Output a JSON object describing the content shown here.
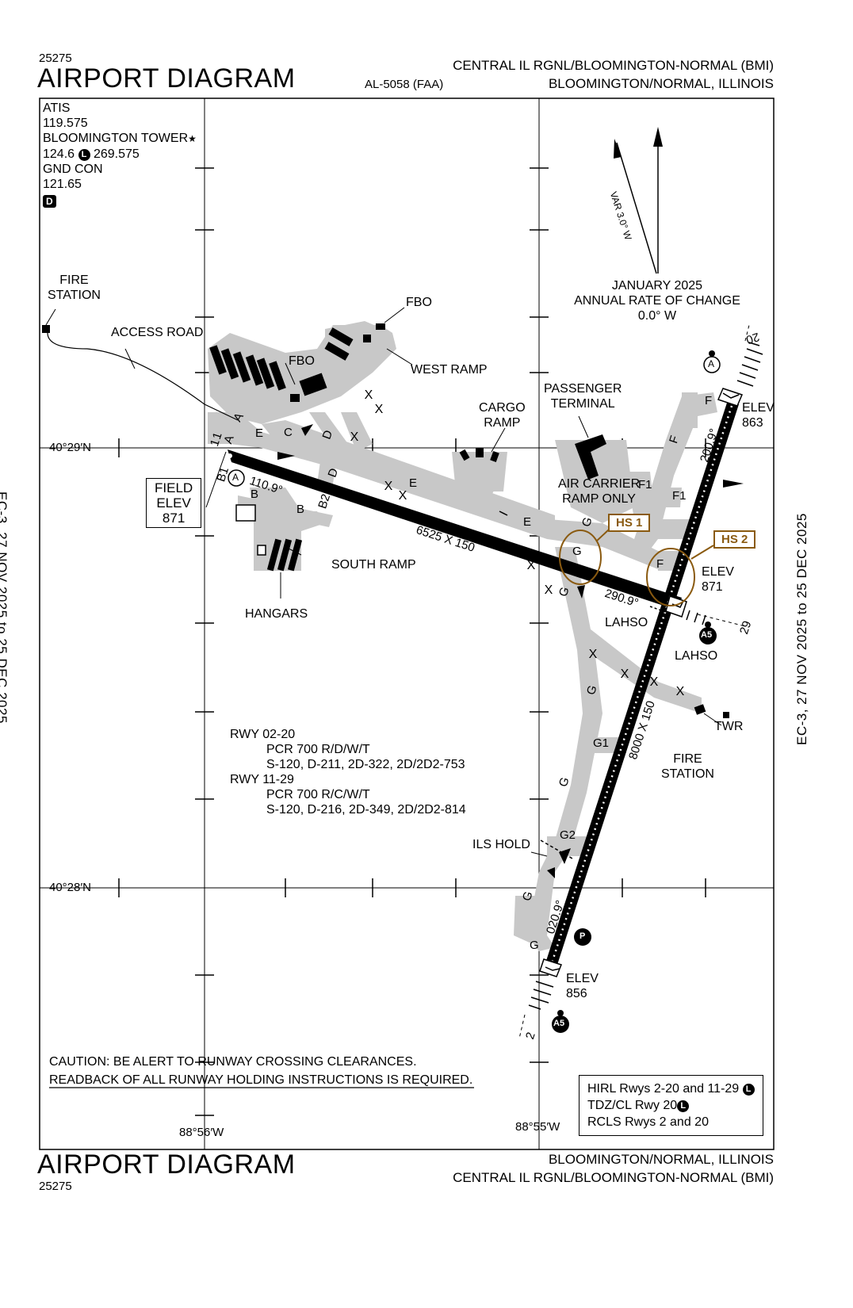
{
  "header": {
    "chart_number_top": "25275",
    "title_top": "AIRPORT DIAGRAM",
    "airport_name_top": "CENTRAL IL RGNL/BLOOMINGTON-NORMAL (BMI)",
    "al_number": "AL-5058 (FAA)",
    "city_top": "BLOOMINGTON/NORMAL, ILLINOIS"
  },
  "footer": {
    "title_bottom": "AIRPORT DIAGRAM",
    "chart_number_bottom": "25275",
    "city_bottom": "BLOOMINGTON/NORMAL, ILLINOIS",
    "airport_name_bottom": "CENTRAL IL RGNL/BLOOMINGTON-NORMAL (BMI)"
  },
  "effective_dates": {
    "left": "EC-3,  27 NOV 2025  to  25 DEC 2025",
    "right": "EC-3,  27 NOV 2025  to  25 DEC 2025"
  },
  "frequencies": {
    "atis_label": "ATIS",
    "atis_freq": "119.575",
    "tower_label": "BLOOMINGTON TOWER",
    "tower_star": "★",
    "tower_freq_1": "124.6",
    "tower_badge": "L",
    "tower_freq_2": "269.575",
    "gnd_label": "GND CON",
    "gnd_freq": "121.65",
    "datalink_badge": "D"
  },
  "north_arrow": {
    "variation": "VAR 3.0° W",
    "date": "JANUARY 2025",
    "rate_label": "ANNUAL RATE OF CHANGE",
    "rate_value": "0.0° W"
  },
  "coordinates": {
    "lat_1": "40°29′N",
    "lat_2": "40°28′N",
    "lon_1": "88°56′W",
    "lon_2": "88°55′W"
  },
  "labels": {
    "fire_station_nw": "FIRE\nSTATION",
    "access_road": "ACCESS ROAD",
    "fbo_1": "FBO",
    "fbo_2": "FBO",
    "west_ramp": "WEST RAMP",
    "cargo_ramp": "CARGO\nRAMP",
    "passenger_terminal": "PASSENGER\nTERMINAL",
    "air_carrier_ramp": "AIR CARRIER\nRAMP ONLY",
    "south_ramp": "SOUTH RAMP",
    "hangars": "HANGARS",
    "field_elev_label": "FIELD\nELEV",
    "field_elev_value": "871",
    "hs1": "HS 1",
    "hs2": "HS 2",
    "elev_20": "ELEV\n863",
    "elev_29": "ELEV\n871",
    "elev_02": "ELEV\n856",
    "lahso_1": "LAHSO",
    "lahso_2": "LAHSO",
    "twr": "TWR",
    "fire_station_e": "FIRE\nSTATION",
    "ils_hold": "ILS HOLD"
  },
  "runways": {
    "rwy_11_29_dims": "6525 X 150",
    "rwy_02_20_dims": "8000 X 150",
    "hdg_11": "110.9°",
    "hdg_29": "290.9°",
    "hdg_02": "020.9°",
    "hdg_20": "200.9°",
    "end_11": "11",
    "end_29": "29",
    "end_02": "2",
    "end_20": "20"
  },
  "taxiways": {
    "A": "A",
    "A2": "A",
    "B1": "B1",
    "B": "B",
    "B3": "B",
    "B2": "B2",
    "C": "C",
    "D1": "D",
    "D2": "D",
    "E1": "E",
    "E2": "E",
    "E3": "E",
    "F": "F",
    "F2": "F",
    "F1a": "F1",
    "F1b": "F1",
    "F3": "F",
    "G1": "G",
    "G2": "G",
    "G3": "G",
    "G4": "G",
    "G5": "G",
    "G6": "G",
    "G7": "G",
    "Gg1": "G1",
    "Gg2": "G2"
  },
  "approach_badges": {
    "a_top": "A",
    "a5_mid": "A5",
    "a5_bottom": "A5",
    "p": "P",
    "rwy_circle_a": "A"
  },
  "pcr": {
    "rwy_0220": "RWY 02-20",
    "rwy_0220_pcr": "PCR 700 R/D/W/T",
    "rwy_0220_wt": "S-120, D-211, 2D-322, 2D/2D2-753",
    "rwy_1129": "RWY 11-29",
    "rwy_1129_pcr": "PCR 700 R/C/W/T",
    "rwy_1129_wt": "S-120, D-216, 2D-349, 2D/2D2-814"
  },
  "caution": {
    "line1": "CAUTION: BE ALERT TO RUNWAY CROSSING CLEARANCES.",
    "line2": "READBACK OF ALL RUNWAY HOLDING INSTRUCTIONS IS REQUIRED."
  },
  "lighting_legend": {
    "line1": "HIRL Rwys 2-20 and 11-29",
    "line1_badge": "L",
    "line2": "TDZ/CL Rwy 20",
    "line2_badge": "L",
    "line3": "RCLS Rwys 2 and 20"
  },
  "colors": {
    "ink": "#000000",
    "taxiway": "#c8c8c8",
    "hotspot": "#8a5a10"
  }
}
